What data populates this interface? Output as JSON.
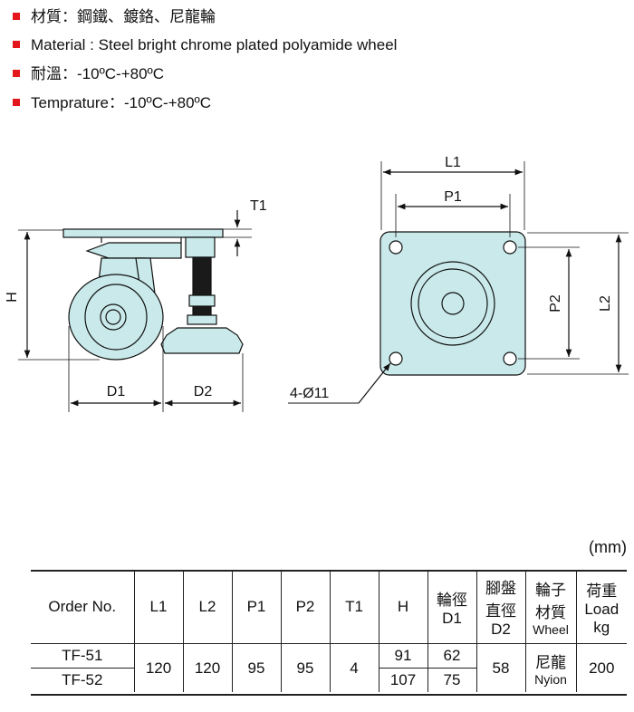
{
  "specs": [
    "材質：鋼鐵、鍍鉻、尼龍輪",
    "Material : Steel bright chrome plated polyamide wheel",
    "耐溫：-10ºC-+80ºC",
    "Temprature：-10ºC-+80ºC"
  ],
  "drawing_labels": {
    "h": "H",
    "t1": "T1",
    "d1": "D1",
    "d2": "D2",
    "l1": "L1",
    "p1": "P1",
    "l2": "L2",
    "p2": "P2",
    "holes": "4-Ø11"
  },
  "unit": "(mm)",
  "table": {
    "headers": {
      "order": "Order No.",
      "l1": "L1",
      "l2": "L2",
      "p1": "P1",
      "p2": "P2",
      "t1": "T1",
      "h": "H",
      "d1_zh": "輪徑",
      "d1": "D1",
      "d2_zh1": "腳盤",
      "d2_zh2": "直徑",
      "d2": "D2",
      "wheel_zh1": "輪子",
      "wheel_zh2": "材質",
      "wheel": "Wheel",
      "load_zh": "荷重",
      "load": "Load",
      "load_unit": "kg"
    },
    "rows": [
      {
        "order": "TF-51",
        "h": "91",
        "d1": "62"
      },
      {
        "order": "TF-52",
        "h": "107",
        "d1": "75"
      }
    ],
    "shared": {
      "l1": "120",
      "l2": "120",
      "p1": "95",
      "p2": "95",
      "t1": "4",
      "d2": "58",
      "wheel_zh": "尼龍",
      "wheel_en": "Nyion",
      "load": "200"
    }
  },
  "colors": {
    "bullet": "#e2161b",
    "part_fill": "#c9e9ea",
    "line": "#111111"
  }
}
